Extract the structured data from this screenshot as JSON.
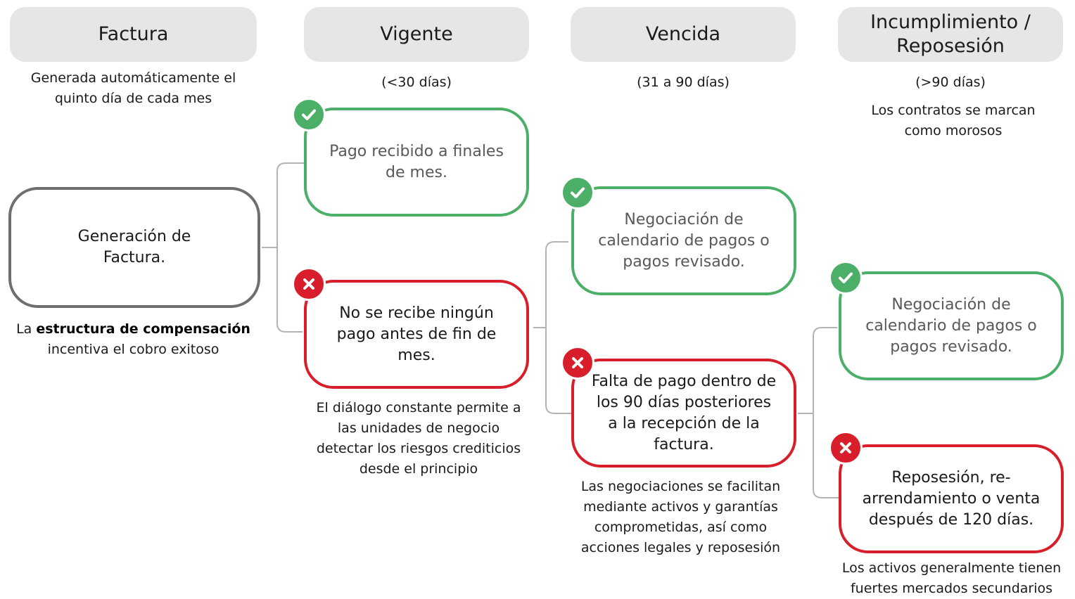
{
  "headers": {
    "factura": "Factura",
    "vigente": "Vigente",
    "vencida": "Vencida",
    "incumplimiento": "Incumplimiento / Reposesión"
  },
  "ranges": {
    "vigente": "(<30 días)",
    "vencida": "(31 a 90 días)",
    "incumplimiento": "(>90 días)"
  },
  "notes": {
    "factura": "Generada automáticamente el quinto día de cada mes",
    "incumplimiento_top": "Los contratos se marcan como morosos",
    "compensation_prefix": "La ",
    "compensation_bold": "estructura de compensación",
    "compensation_suffix": " incentiva el cobro exitoso",
    "dialogo": "El diálogo constante permite a las unidades de negocio detectar los riesgos crediticios desde el principio",
    "negociaciones": "Las negociaciones se facilitan mediante activos y garantías comprometidas, así como acciones legales y reposesión",
    "activos": "Los activos generalmente tienen fuertes mercados secundarios"
  },
  "boxes": {
    "generacion": "Generación de Factura.",
    "pago_recibido": "Pago recibido a finales de mes.",
    "no_pago": "No se recibe ningún pago antes de fin de mes.",
    "negociacion_1": "Negociación de calendario de pagos o pagos revisado.",
    "falta_pago": "Falta de pago dentro de los 90 días posteriores a la recepción de la factura.",
    "negociacion_2": "Negociación de calendario de pagos o pagos revisado.",
    "reposesion": "Reposesión, re-arrendamiento o venta después de 120 días."
  },
  "colors": {
    "success": "#4caf67",
    "failure": "#d81e2a",
    "neutral": "#6e6e6e",
    "header_bg": "#e6e6e6"
  },
  "icons": {
    "success": "check-icon",
    "failure": "cross-icon"
  }
}
